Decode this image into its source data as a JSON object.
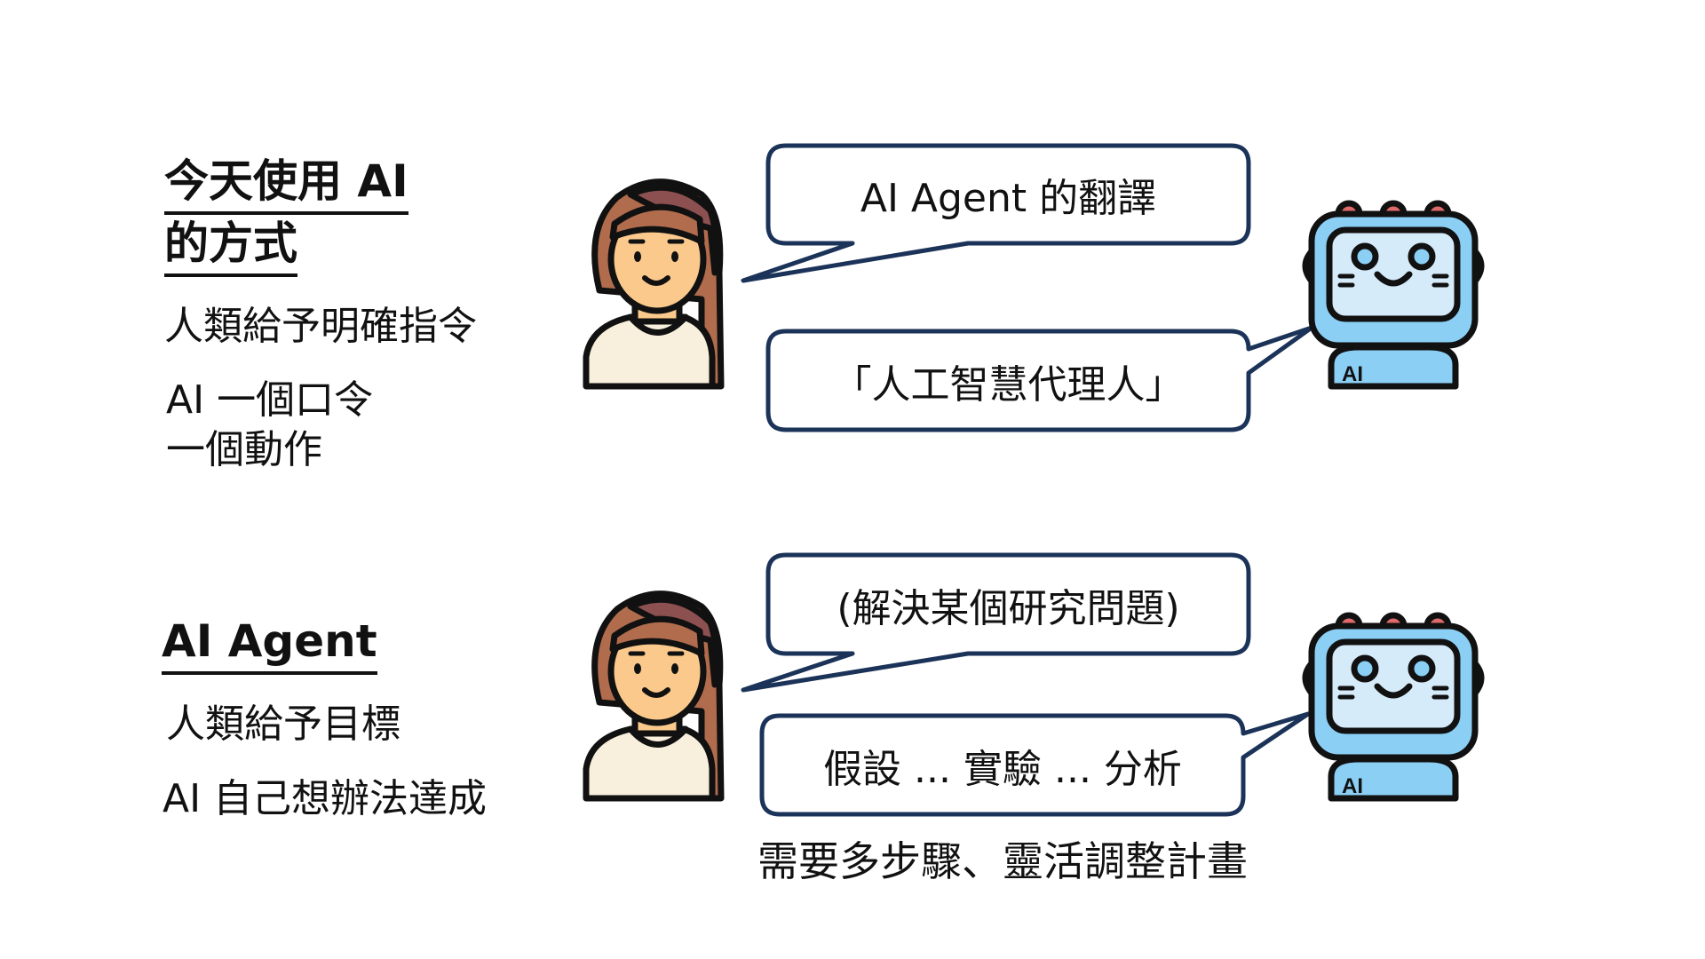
{
  "slide": {
    "section_today": {
      "title_line1": "今天使用 AI",
      "title_line2": "的方式",
      "point1": "人類給予明確指令",
      "point2_line1": "AI 一個口令",
      "point2_line2": "一個動作",
      "human_bubble": "AI Agent 的翻譯",
      "ai_bubble": "「人工智慧代理人」"
    },
    "section_agent": {
      "title": "AI Agent",
      "point1": "人類給予目標",
      "point2": "AI 自己想辦法達成",
      "human_bubble": "(解決某個研究問題)",
      "ai_bubble": "假設 ... 實驗 ... 分析",
      "caption": "需要多步驟、靈活調整計畫"
    },
    "icons": {
      "human": "woman-avatar-icon",
      "ai": "robot-ai-icon",
      "robot_badge": "AI"
    },
    "colors": {
      "bubble_border": "#1b3358",
      "hair_dark": "#8c5050",
      "hair_light": "#b06c4c",
      "skin": "#fbc98c",
      "shirt": "#f8f0dc",
      "robot_frame": "#8ccff5",
      "robot_screen": "#d6ebfa",
      "robot_ears": "#4a86b8",
      "robot_bumps": "#e06a6a"
    }
  }
}
